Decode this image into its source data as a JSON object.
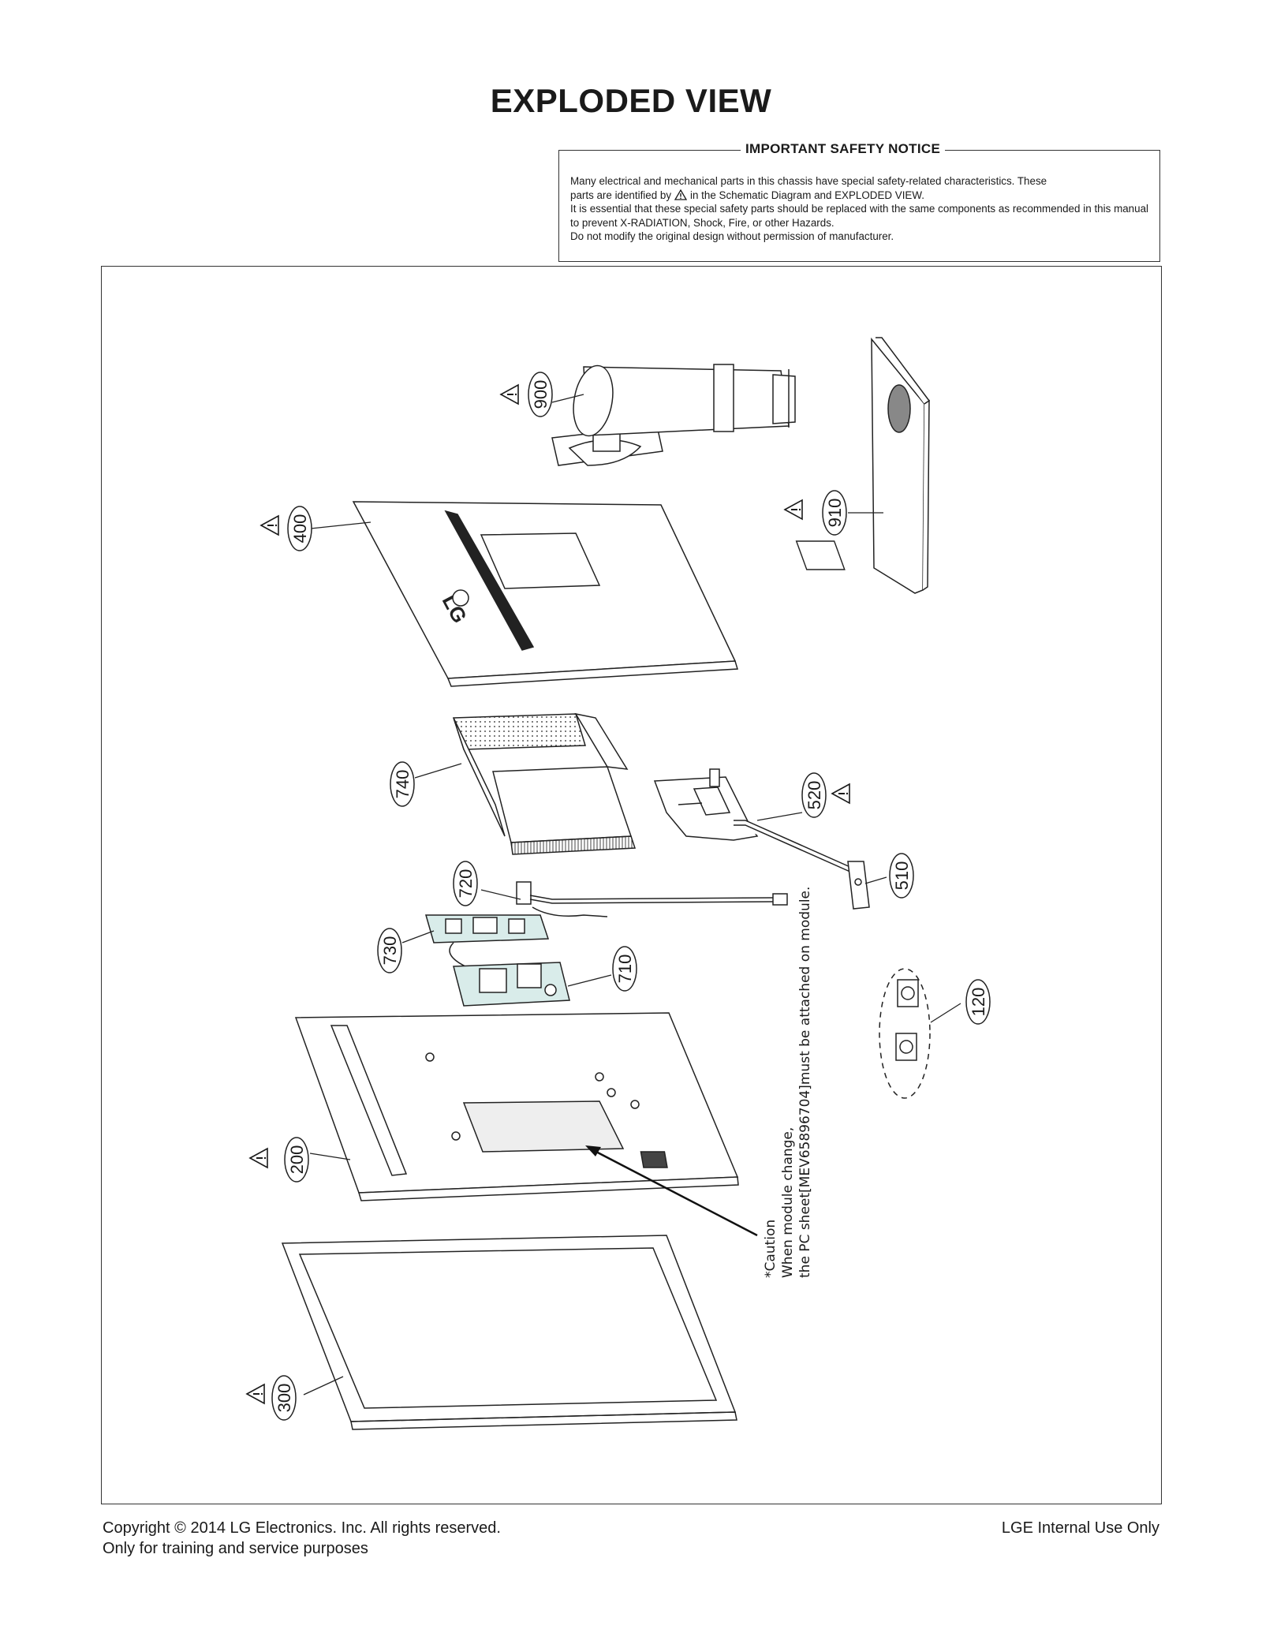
{
  "page": {
    "title": "EXPLODED VIEW"
  },
  "safety_notice": {
    "heading": "IMPORTANT SAFETY NOTICE",
    "line1": "Many electrical and mechanical parts in this chassis have special safety-related characteristics. These",
    "line2_before_icon": "parts are identified by",
    "line2_after_icon": "in the Schematic Diagram and EXPLODED VIEW.",
    "line3": "It is essential that these special safety parts should be replaced with the same components as recommended in this manual to prevent X-RADIATION, Shock, Fire, or other Hazards.",
    "line4": "Do not modify the original design without permission of manufacturer."
  },
  "parts": [
    {
      "number": "900",
      "safety_critical": true
    },
    {
      "number": "910",
      "safety_critical": true
    },
    {
      "number": "400",
      "safety_critical": true
    },
    {
      "number": "740",
      "safety_critical": false
    },
    {
      "number": "520",
      "safety_critical": true
    },
    {
      "number": "720",
      "safety_critical": false
    },
    {
      "number": "510",
      "safety_critical": false
    },
    {
      "number": "730",
      "safety_critical": false
    },
    {
      "number": "710",
      "safety_critical": false
    },
    {
      "number": "120",
      "safety_critical": false
    },
    {
      "number": "200",
      "safety_critical": true
    },
    {
      "number": "300",
      "safety_critical": true
    }
  ],
  "caution": {
    "line1": "*Caution",
    "line2": "When module change,",
    "line3": "the PC sheet[MEV65896704]must be attached on module."
  },
  "logo_text": "LG",
  "footer": {
    "copyright": "Copyright  © 2014  LG Electronics. Inc. All rights reserved.",
    "purpose": "Only for training and service purposes",
    "internal": "LGE Internal Use Only"
  },
  "icons": {
    "safety_mark": "warning-triangle-icon"
  }
}
